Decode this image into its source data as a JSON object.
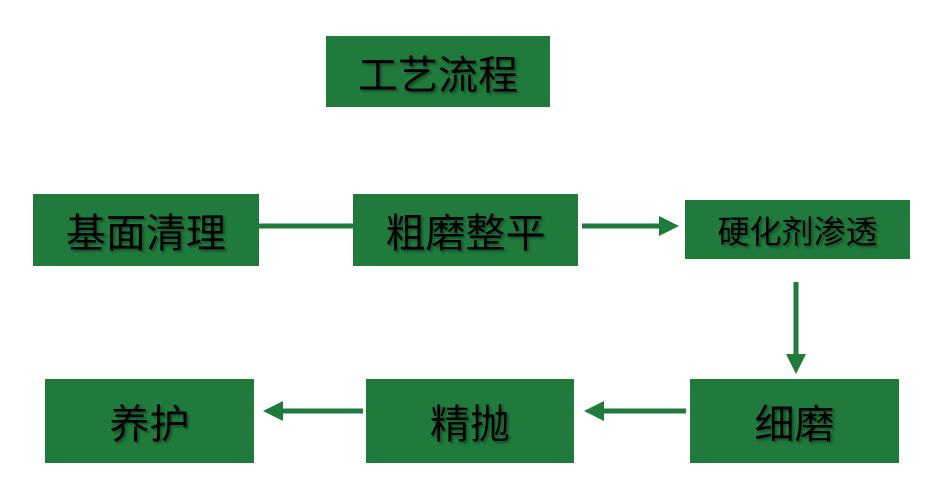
{
  "diagram": {
    "title": "工艺流程",
    "nodes": [
      {
        "id": "n1",
        "label": "基面清理"
      },
      {
        "id": "n2",
        "label": "粗磨整平"
      },
      {
        "id": "n3",
        "label": "硬化剂渗透"
      },
      {
        "id": "n4",
        "label": "细磨"
      },
      {
        "id": "n5",
        "label": "精抛"
      },
      {
        "id": "n6",
        "label": "养护"
      }
    ],
    "edges": [
      {
        "from": "n1",
        "to": "n2",
        "arrowhead": false
      },
      {
        "from": "n2",
        "to": "n3",
        "arrowhead": true
      },
      {
        "from": "n3",
        "to": "n4",
        "arrowhead": true
      },
      {
        "from": "n4",
        "to": "n5",
        "arrowhead": true
      },
      {
        "from": "n5",
        "to": "n6",
        "arrowhead": true
      }
    ],
    "colors": {
      "box_fill": "#1f7a3c",
      "connector": "#1f7a3c",
      "text": "#000000"
    }
  }
}
